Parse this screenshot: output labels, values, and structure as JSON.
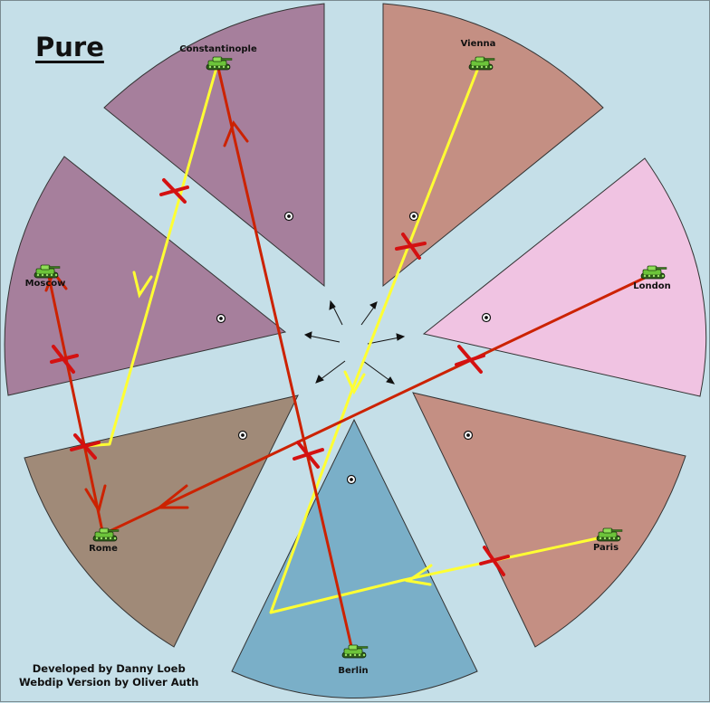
{
  "title": "Pure",
  "credits": {
    "line1": "Developed by Danny Loeb",
    "line2": "Webdip Version by Oliver Auth"
  },
  "colors": {
    "sea": "#c5dfe8",
    "russia": "#a67f9c",
    "austria_france": "#c48f83",
    "england": "#f0c3e2",
    "germany": "#7aafc8",
    "italy": "#a08a78",
    "move_order": "#ffff33",
    "support_order": "#cc2200",
    "failed_marker": "#d41111"
  },
  "provinces": [
    {
      "id": "constantinople",
      "name": "Constantinople",
      "has_unit": true,
      "unit_icon": "tank-icon"
    },
    {
      "id": "vienna",
      "name": "Vienna",
      "has_unit": true,
      "unit_icon": "tank-icon"
    },
    {
      "id": "london",
      "name": "London",
      "has_unit": true,
      "unit_icon": "tank-icon"
    },
    {
      "id": "paris",
      "name": "Paris",
      "has_unit": true,
      "unit_icon": "tank-icon"
    },
    {
      "id": "berlin",
      "name": "Berlin",
      "has_unit": true,
      "unit_icon": "tank-icon"
    },
    {
      "id": "rome",
      "name": "Rome",
      "has_unit": true,
      "unit_icon": "tank-icon"
    },
    {
      "id": "moscow",
      "name": "Moscow",
      "has_unit": true,
      "unit_icon": "tank-icon"
    }
  ]
}
